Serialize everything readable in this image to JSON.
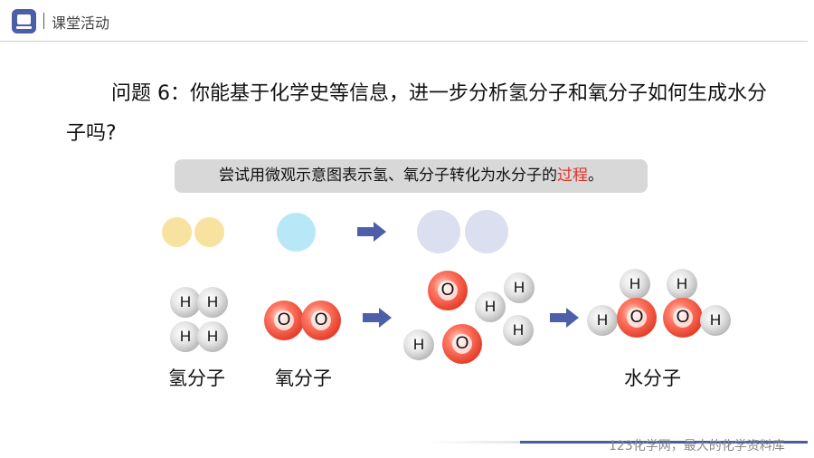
{
  "header": {
    "title": "课堂活动"
  },
  "question": {
    "text": "问题 6：你能基于化学史等信息，进一步分析氢分子和氧分子如何生成水分子吗?"
  },
  "hint": {
    "prefix": "尝试用微观示意图表示氢、氧分子转化为水分子的",
    "highlight": "过程",
    "suffix": "。",
    "highlight_color": "#e0312a"
  },
  "colors": {
    "hydrogen_blank": "#f7e2a0",
    "oxygen_blank": "#b8e8f8",
    "water_blank": "#dcdff0",
    "arrow": "#4c5fa8",
    "oxygen_atom": "#e33a26",
    "hydrogen_atom": "#b3b3b3"
  },
  "atoms": {
    "h": "H",
    "o": "O"
  },
  "labels": {
    "hydrogen_molecule": "氢分子",
    "oxygen_molecule": "氧分子",
    "water_molecule": "水分子"
  },
  "footer": {
    "watermark": "123化学网，最大的化学资料库"
  }
}
